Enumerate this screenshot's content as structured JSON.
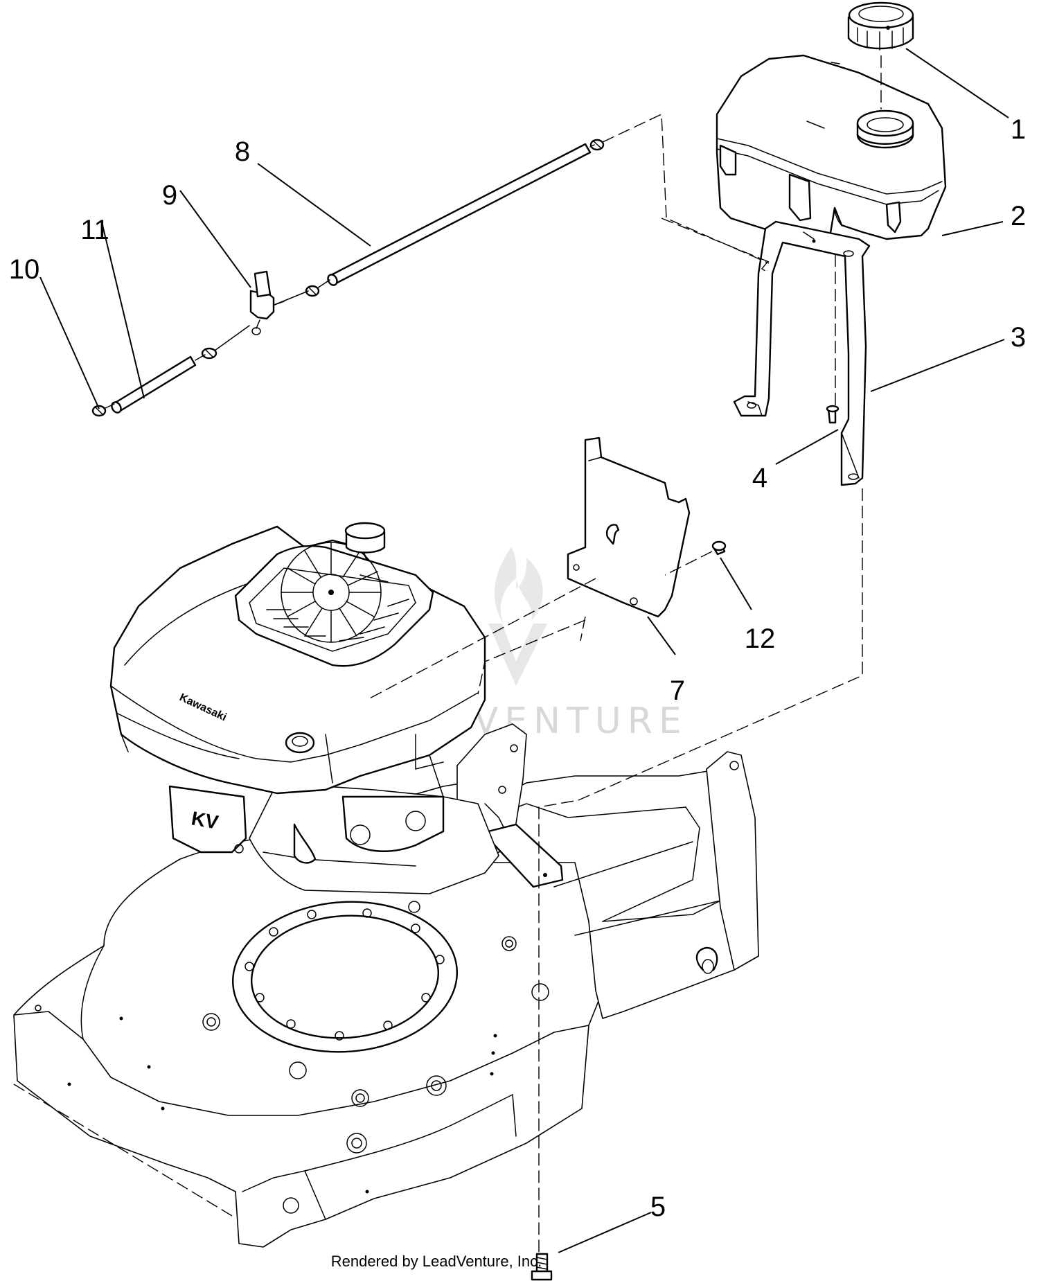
{
  "diagram": {
    "callouts": [
      "1",
      "2",
      "3",
      "4",
      "5",
      "7",
      "8",
      "9",
      "10",
      "11",
      "12"
    ],
    "credit": "Rendered by LeadVenture, Inc.",
    "watermark": "LEADVENTURE",
    "engine_brand": "Kawasaki",
    "engine_mark": "KV"
  },
  "colors": {
    "line": "#000000",
    "background": "#ffffff",
    "watermark": "#d8d8d8"
  },
  "icons": [
    "leadventure-flame-logo"
  ]
}
